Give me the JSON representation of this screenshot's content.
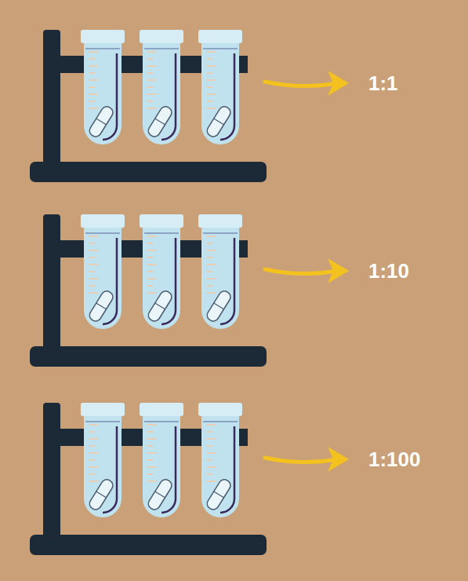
{
  "diagram": {
    "labels": [
      "1:1",
      "1:10",
      "1:100"
    ]
  }
}
